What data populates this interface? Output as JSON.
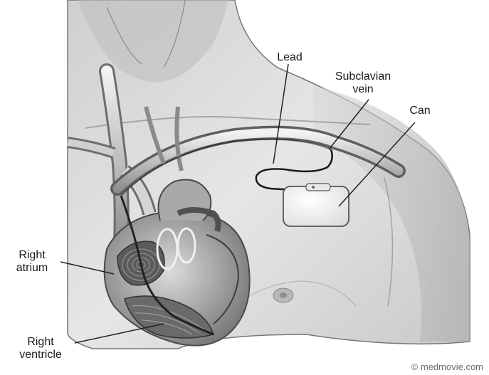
{
  "labels": {
    "lead": "Lead",
    "subclavian_vein": "Subclavian\nvein",
    "can": "Can",
    "right_atrium": "Right\natrium",
    "right_ventricle": "Right\nventricle"
  },
  "credit": "© medmovie.com"
}
